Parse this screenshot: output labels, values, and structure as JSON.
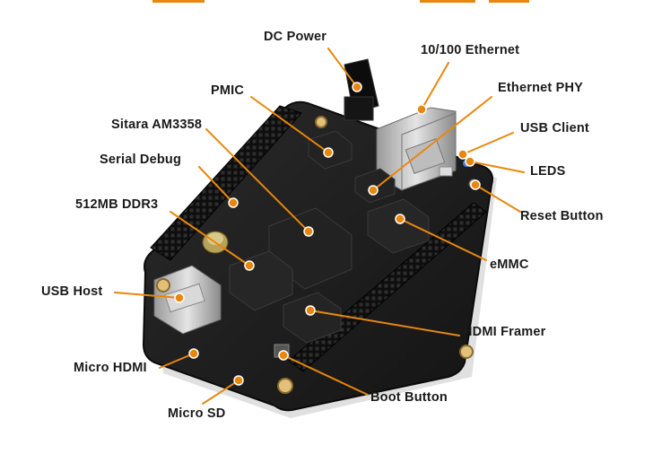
{
  "accent_color": "#e8870e",
  "board_color": "#1b1b1b",
  "labels": {
    "dc_power": "DC Power",
    "ethernet": "10/100 Ethernet",
    "pmic": "PMIC",
    "ethernet_phy": "Ethernet PHY",
    "sitara": "Sitara AM3358",
    "usb_client": "USB Client",
    "serial_debug": "Serial Debug",
    "leds": "LEDS",
    "ddr3": "512MB DDR3",
    "reset_button": "Reset Button",
    "emmc": "eMMC",
    "usb_host": "USB Host",
    "hdmi_framer": "HDMI Framer",
    "micro_hdmi": "Micro HDMI",
    "boot_button": "Boot Button",
    "micro_sd": "Micro SD"
  }
}
